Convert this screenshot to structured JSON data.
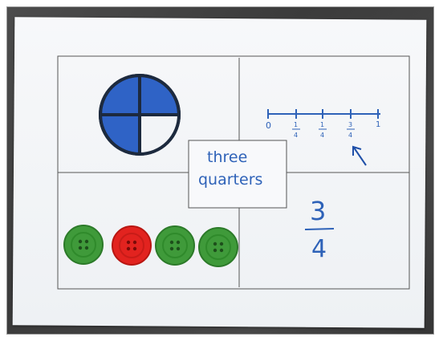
{
  "word_card": {
    "line1": "three",
    "line2": "quarters"
  },
  "number_line": {
    "tick_labels": [
      "0",
      "1",
      "1",
      "3",
      "1"
    ],
    "denominators": [
      "4",
      "4",
      "4"
    ]
  },
  "fraction": {
    "numerator": "3",
    "denominator": "4"
  },
  "buttons": [
    {
      "color": "#3f9a3a"
    },
    {
      "color": "#e2231f"
    },
    {
      "color": "#3f9a3a"
    },
    {
      "color": "#3f9a3a"
    }
  ],
  "colors": {
    "ink": "#2e62b8",
    "shading": "#2f63c6",
    "outline": "#1d2a3e"
  }
}
